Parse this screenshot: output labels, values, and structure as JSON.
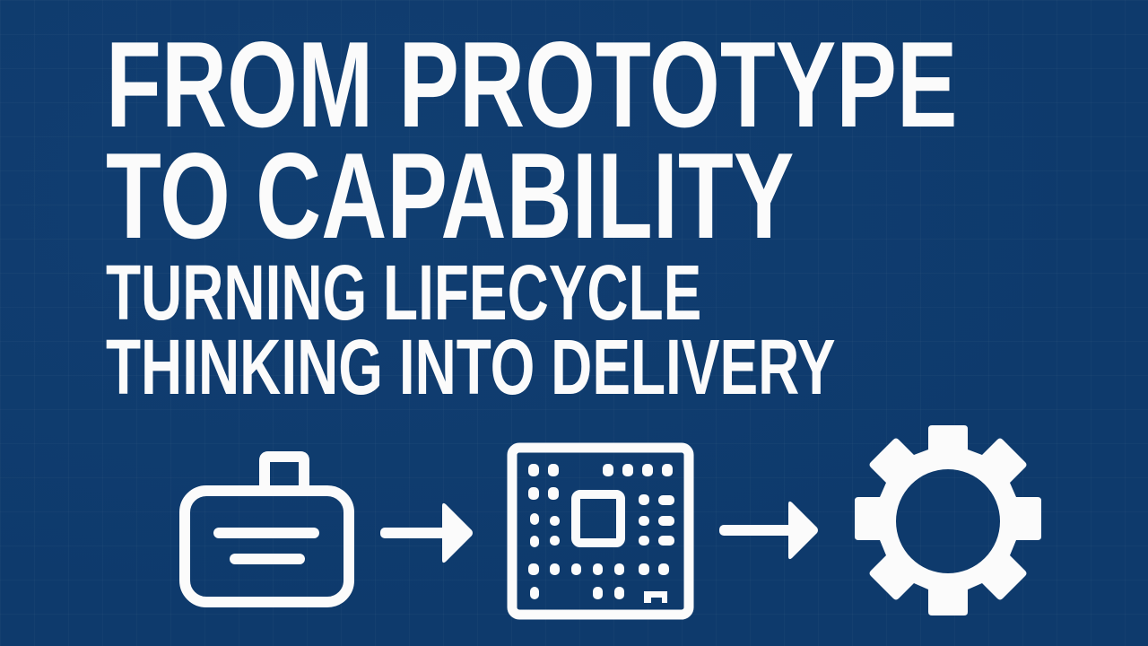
{
  "slide": {
    "background_color": "#0e3a6c",
    "text_color": "#fbfbfb",
    "title": {
      "line1": "FROM PROTOTYPE",
      "line2": "TO CAPABILITY"
    },
    "subtitle": {
      "line1": "TURNING LIFECYCLE",
      "line2": "THINKING INTO DELIVERY"
    },
    "flow": [
      {
        "icon": "briefcase-icon",
        "meaning": "prototype"
      },
      {
        "icon": "arrow-right-icon"
      },
      {
        "icon": "chip-icon",
        "meaning": "system"
      },
      {
        "icon": "arrow-right-icon"
      },
      {
        "icon": "gear-icon",
        "meaning": "capability"
      }
    ]
  }
}
